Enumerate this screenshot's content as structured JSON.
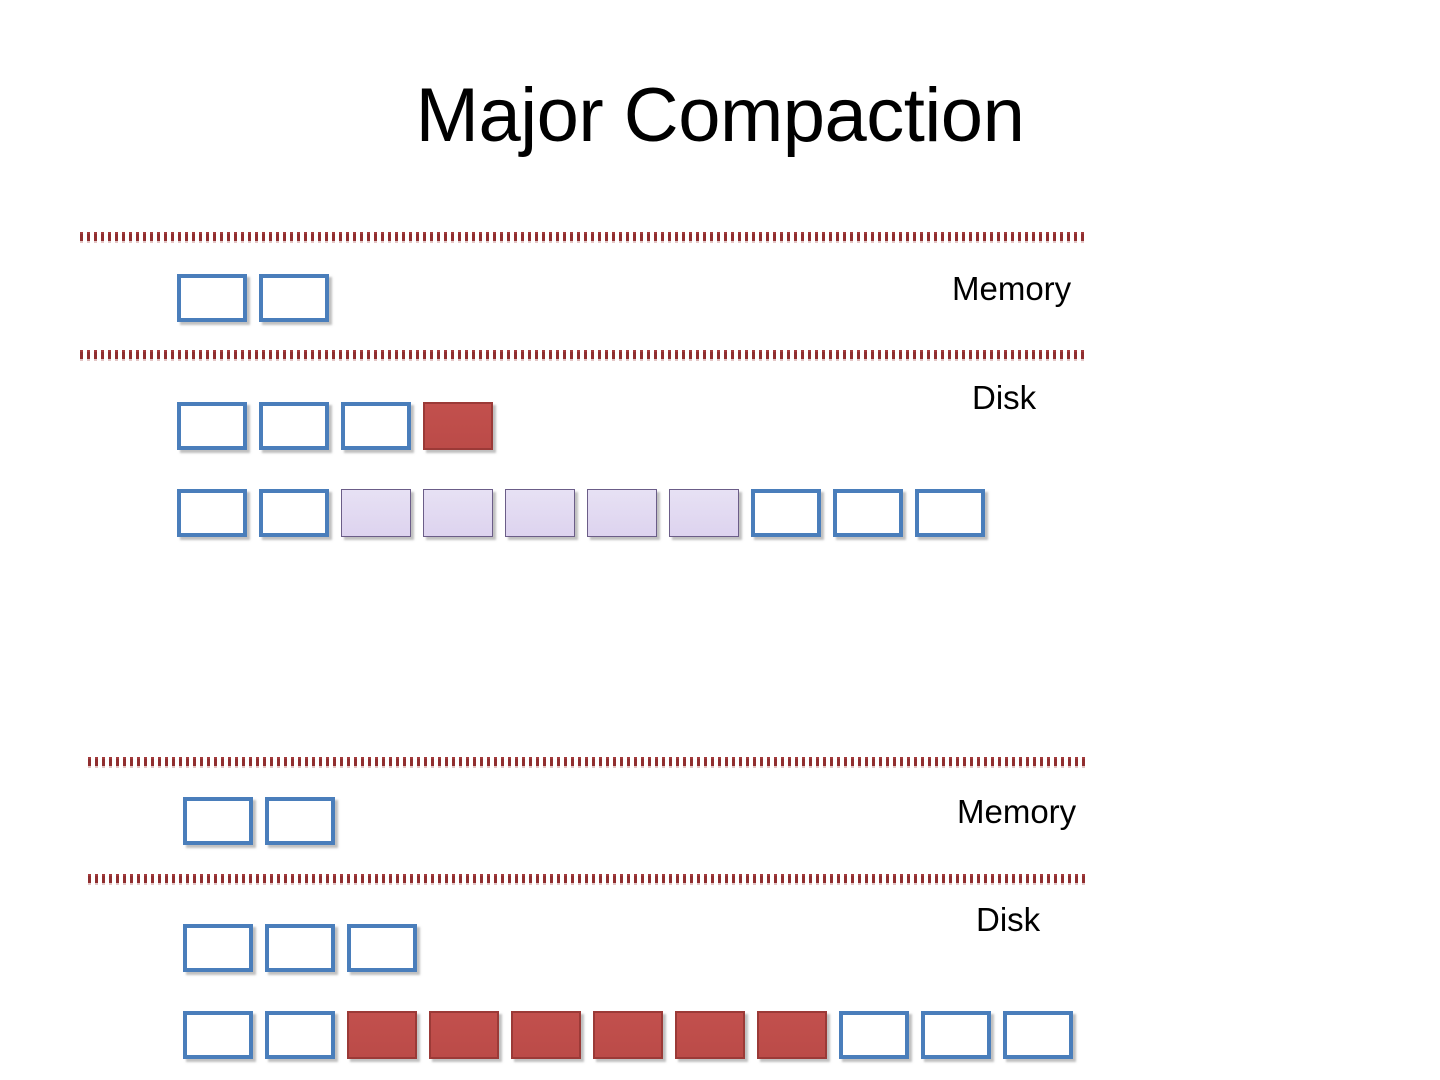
{
  "slide": {
    "title": "Major Compaction",
    "background_color": "#ffffff"
  },
  "colors": {
    "box_blue_border": "#4a7ebb",
    "box_white_fill": "#ffffff",
    "box_red_fill": "#c2504d",
    "box_red_border": "#9b3a37",
    "box_purple_fill": "#ddd3ef",
    "box_purple_border": "#6b5d88",
    "dotted_rule": "#a23b3c",
    "text": "#000000"
  },
  "diagram": {
    "before": {
      "memory_label": "Memory",
      "disk_label": "Disk",
      "memory_row": {
        "count": 2,
        "cells": [
          "white",
          "white"
        ]
      },
      "disk_rows": [
        {
          "count": 4,
          "cells": [
            "white",
            "white",
            "white",
            "red"
          ]
        },
        {
          "count": 10,
          "cells": [
            "white",
            "white",
            "purple",
            "purple",
            "purple",
            "purple",
            "purple",
            "white",
            "white",
            "white"
          ]
        }
      ]
    },
    "after": {
      "memory_label": "Memory",
      "disk_label": "Disk",
      "memory_row": {
        "count": 2,
        "cells": [
          "white",
          "white"
        ]
      },
      "disk_rows": [
        {
          "count": 3,
          "cells": [
            "white",
            "white",
            "white"
          ]
        },
        {
          "count": 11,
          "cells": [
            "white",
            "white",
            "red",
            "red",
            "red",
            "red",
            "red",
            "red",
            "white",
            "white",
            "white"
          ]
        }
      ]
    }
  }
}
